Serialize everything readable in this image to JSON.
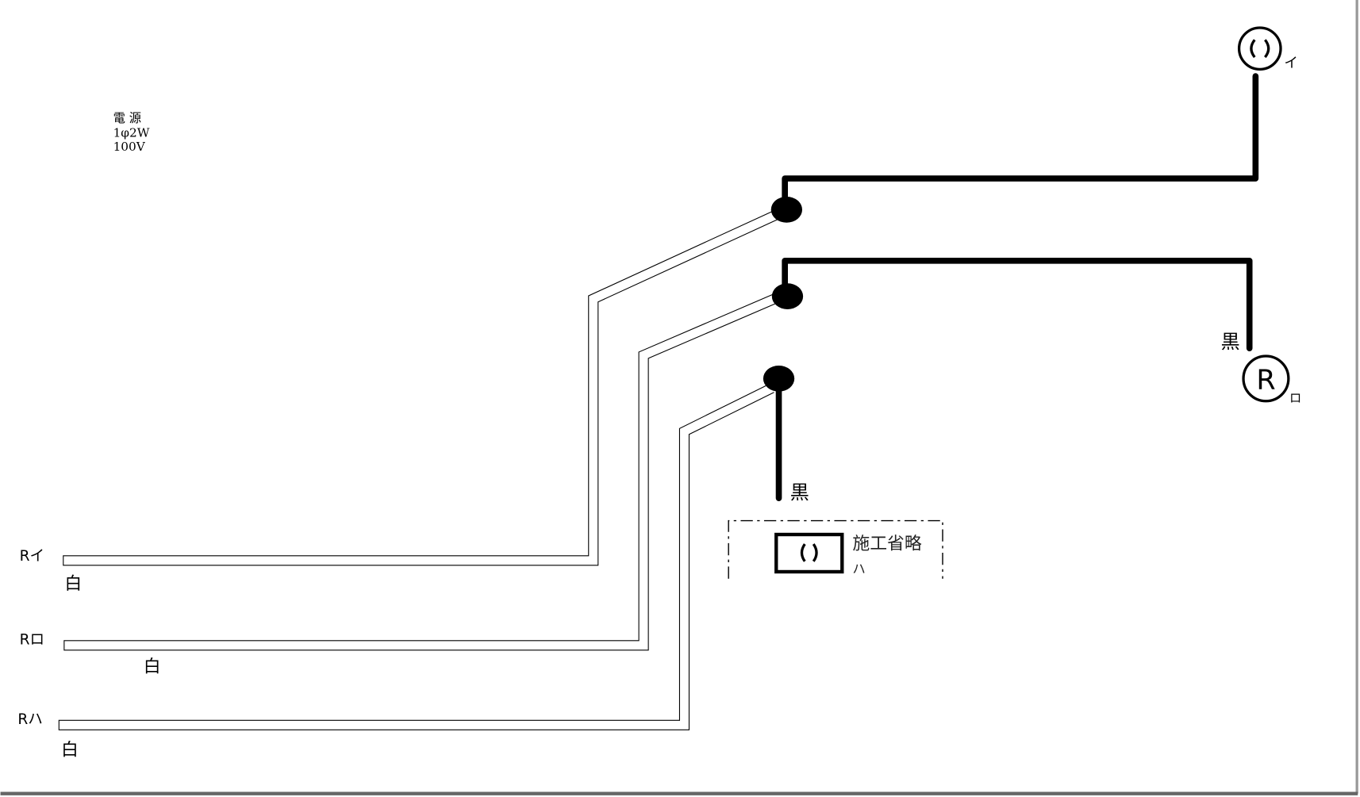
{
  "power_source": {
    "line1": "電 源",
    "line2": "1φ2W",
    "line3": "100V"
  },
  "lamps": [
    {
      "id": "i",
      "symbol": "( )",
      "label": "イ"
    },
    {
      "id": "ro",
      "symbol": "R",
      "label": "ロ"
    }
  ],
  "wire_colors": {
    "black_1": "黒",
    "black_2": "黒"
  },
  "outlets": [
    {
      "label": "Rイ",
      "white": "白"
    },
    {
      "label": "Rロ",
      "white": "白"
    },
    {
      "label": "Rハ",
      "white": "白"
    }
  ],
  "omitted": {
    "text": "施工省略",
    "label": "ハ",
    "symbol": "( )"
  },
  "colors": {
    "wire": "#000000",
    "text": "#000000",
    "border": "#888888"
  }
}
